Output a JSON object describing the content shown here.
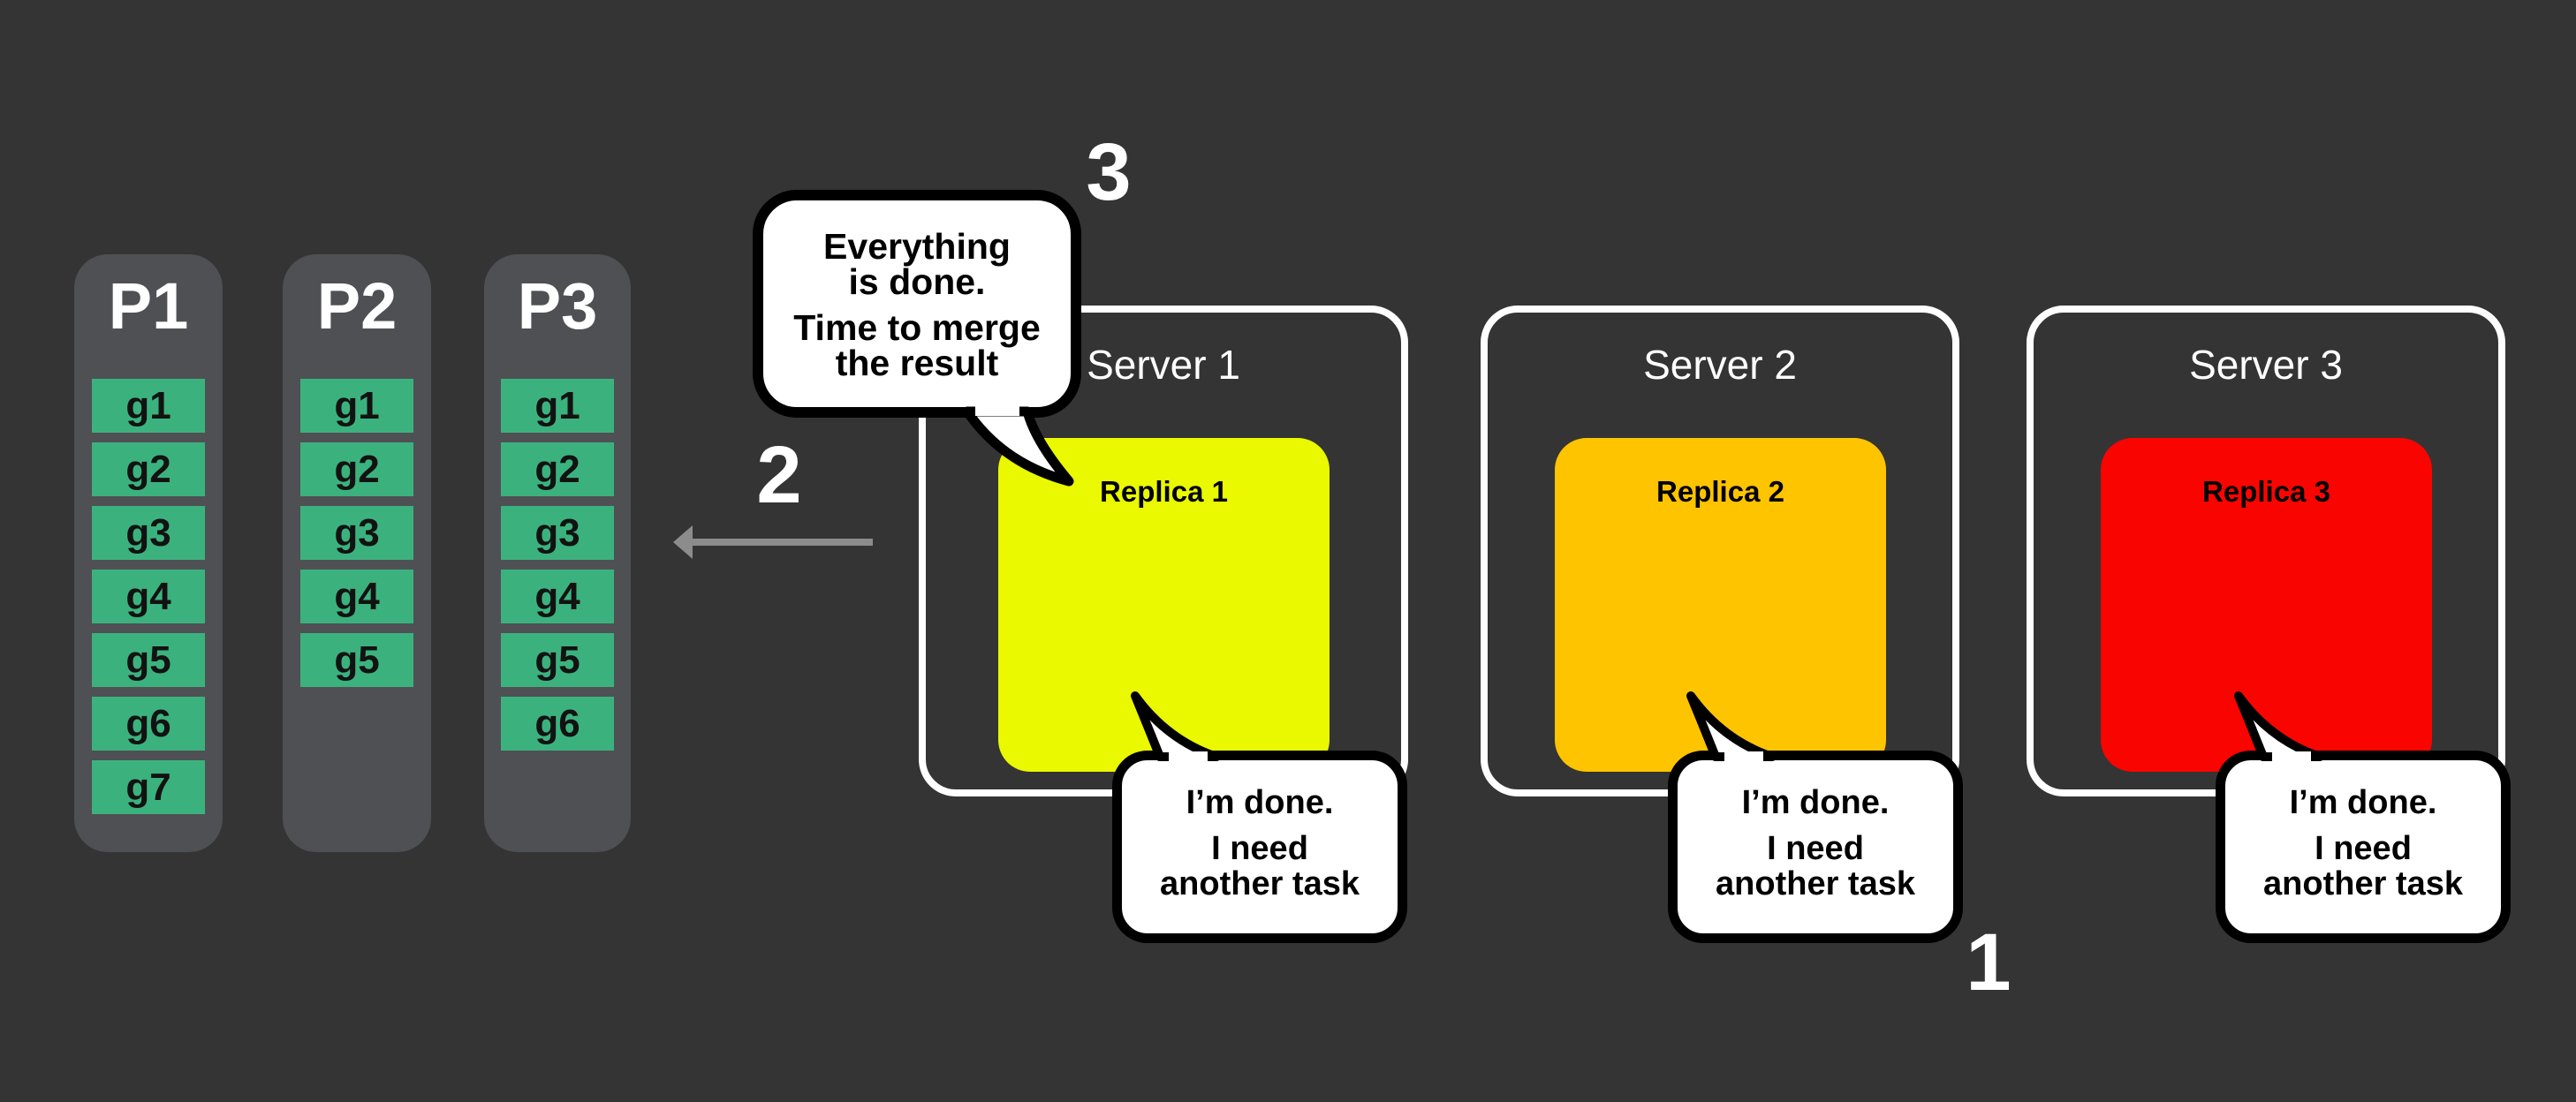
{
  "canvas": {
    "background": "#343434"
  },
  "colors": {
    "partition_column": "#4F5053",
    "task_green": "#3BB27E",
    "server_border": "#FFFFFF",
    "bubble_fill": "#FFFFFF",
    "bubble_border": "#000000",
    "arrow_gray": "#8C8C8C",
    "replica_yellow": "#EAF800",
    "replica_orange": "#FFC400",
    "replica_red": "#FA0400"
  },
  "partitions": [
    {
      "label": "P1",
      "tasks": [
        "g1",
        "g2",
        "g3",
        "g4",
        "g5",
        "g6",
        "g7"
      ]
    },
    {
      "label": "P2",
      "tasks": [
        "g1",
        "g2",
        "g3",
        "g4",
        "g5"
      ]
    },
    {
      "label": "P3",
      "tasks": [
        "g1",
        "g2",
        "g3",
        "g4",
        "g5",
        "g6"
      ]
    }
  ],
  "servers": [
    {
      "label": "Server 1",
      "replica": {
        "label": "Replica 1",
        "color": "#EAF800"
      }
    },
    {
      "label": "Server 2",
      "replica": {
        "label": "Replica 2",
        "color": "#FFC400"
      }
    },
    {
      "label": "Server 3",
      "replica": {
        "label": "Replica 3",
        "color": "#FA0400"
      }
    }
  ],
  "steps": {
    "step1": "1",
    "step2": "2",
    "step3": "3"
  },
  "merge_callout": {
    "p1": [
      "Everything",
      "is done."
    ],
    "p2": [
      "Time to merge",
      "the result"
    ]
  },
  "done_callouts": [
    {
      "line1": "I’m done.",
      "line2": "I need",
      "line3": "another task"
    },
    {
      "line1": "I’m done.",
      "line2": "I need",
      "line3": "another task"
    },
    {
      "line1": "I’m done.",
      "line2": "I need",
      "line3": "another task"
    }
  ]
}
